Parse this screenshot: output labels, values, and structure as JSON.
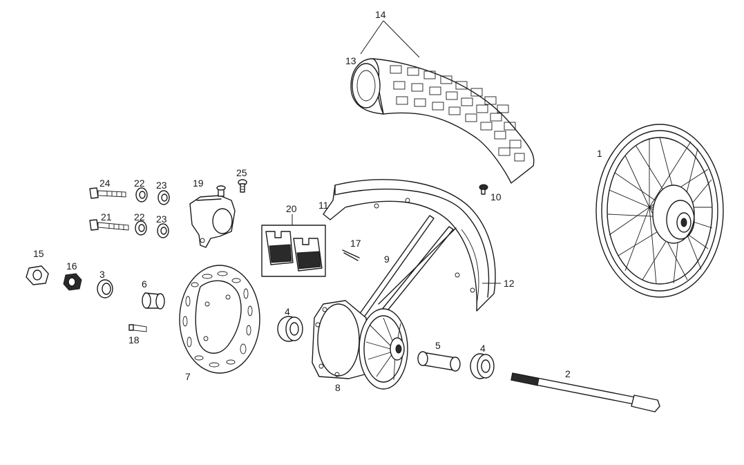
{
  "labels": {
    "p1": "1",
    "p2": "2",
    "p3": "3",
    "p4a": "4",
    "p4b": "4",
    "p5": "5",
    "p6": "6",
    "p7": "7",
    "p8": "8",
    "p9": "9",
    "p10": "10",
    "p11": "11",
    "p12": "12",
    "p13": "13",
    "p14": "14",
    "p15": "15",
    "p16": "16",
    "p17": "17",
    "p18": "18",
    "p19": "19",
    "p20": "20",
    "p21": "21",
    "p22a": "22",
    "p22b": "22",
    "p23a": "23",
    "p23b": "23",
    "p24": "24",
    "p25": "25"
  }
}
